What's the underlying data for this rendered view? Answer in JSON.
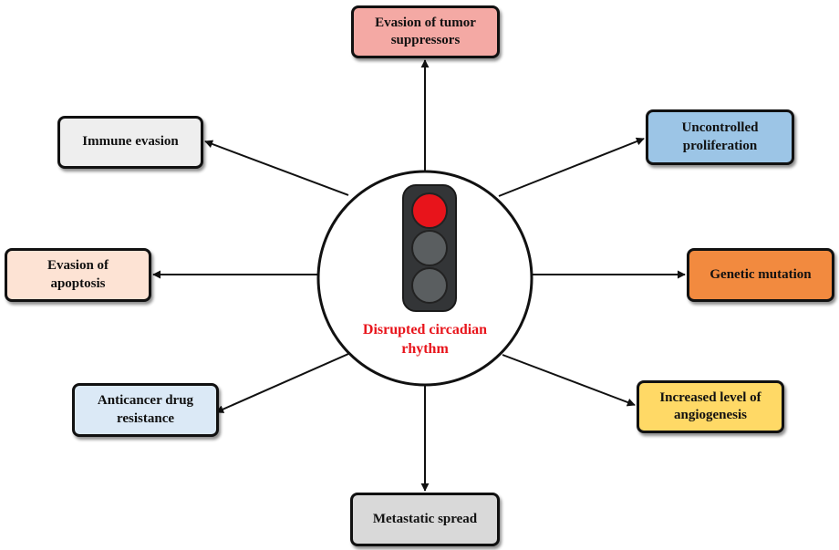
{
  "center": {
    "label": "Disrupted circadian\nrhythm",
    "label_color": "#e8141b",
    "icon": "traffic-light-icon",
    "lights": {
      "top": "#e8141b",
      "middle": "#5a5e60",
      "bottom": "#5a5e60"
    }
  },
  "nodes": [
    {
      "id": "evasion-tumor-suppressors",
      "label": "Evasion of tumor\nsuppressors",
      "fill": "#f4a9a4"
    },
    {
      "id": "uncontrolled-proliferation",
      "label": "Uncontrolled\nproliferation",
      "fill": "#9cc5e6"
    },
    {
      "id": "genetic-mutation",
      "label": "Genetic mutation",
      "fill": "#f28a3f"
    },
    {
      "id": "increased-angiogenesis",
      "label": "Increased level of\nangiogenesis",
      "fill": "#ffd966"
    },
    {
      "id": "metastatic-spread",
      "label": "Metastatic spread",
      "fill": "#d9d9d9"
    },
    {
      "id": "anticancer-drug-resistance",
      "label": "Anticancer drug\nresistance",
      "fill": "#dbe9f6"
    },
    {
      "id": "evasion-apoptosis",
      "label": "Evasion of\napoptosis",
      "fill": "#fde3d4"
    },
    {
      "id": "immune-evasion",
      "label": "Immune evasion",
      "fill": "#eeeeee"
    }
  ]
}
